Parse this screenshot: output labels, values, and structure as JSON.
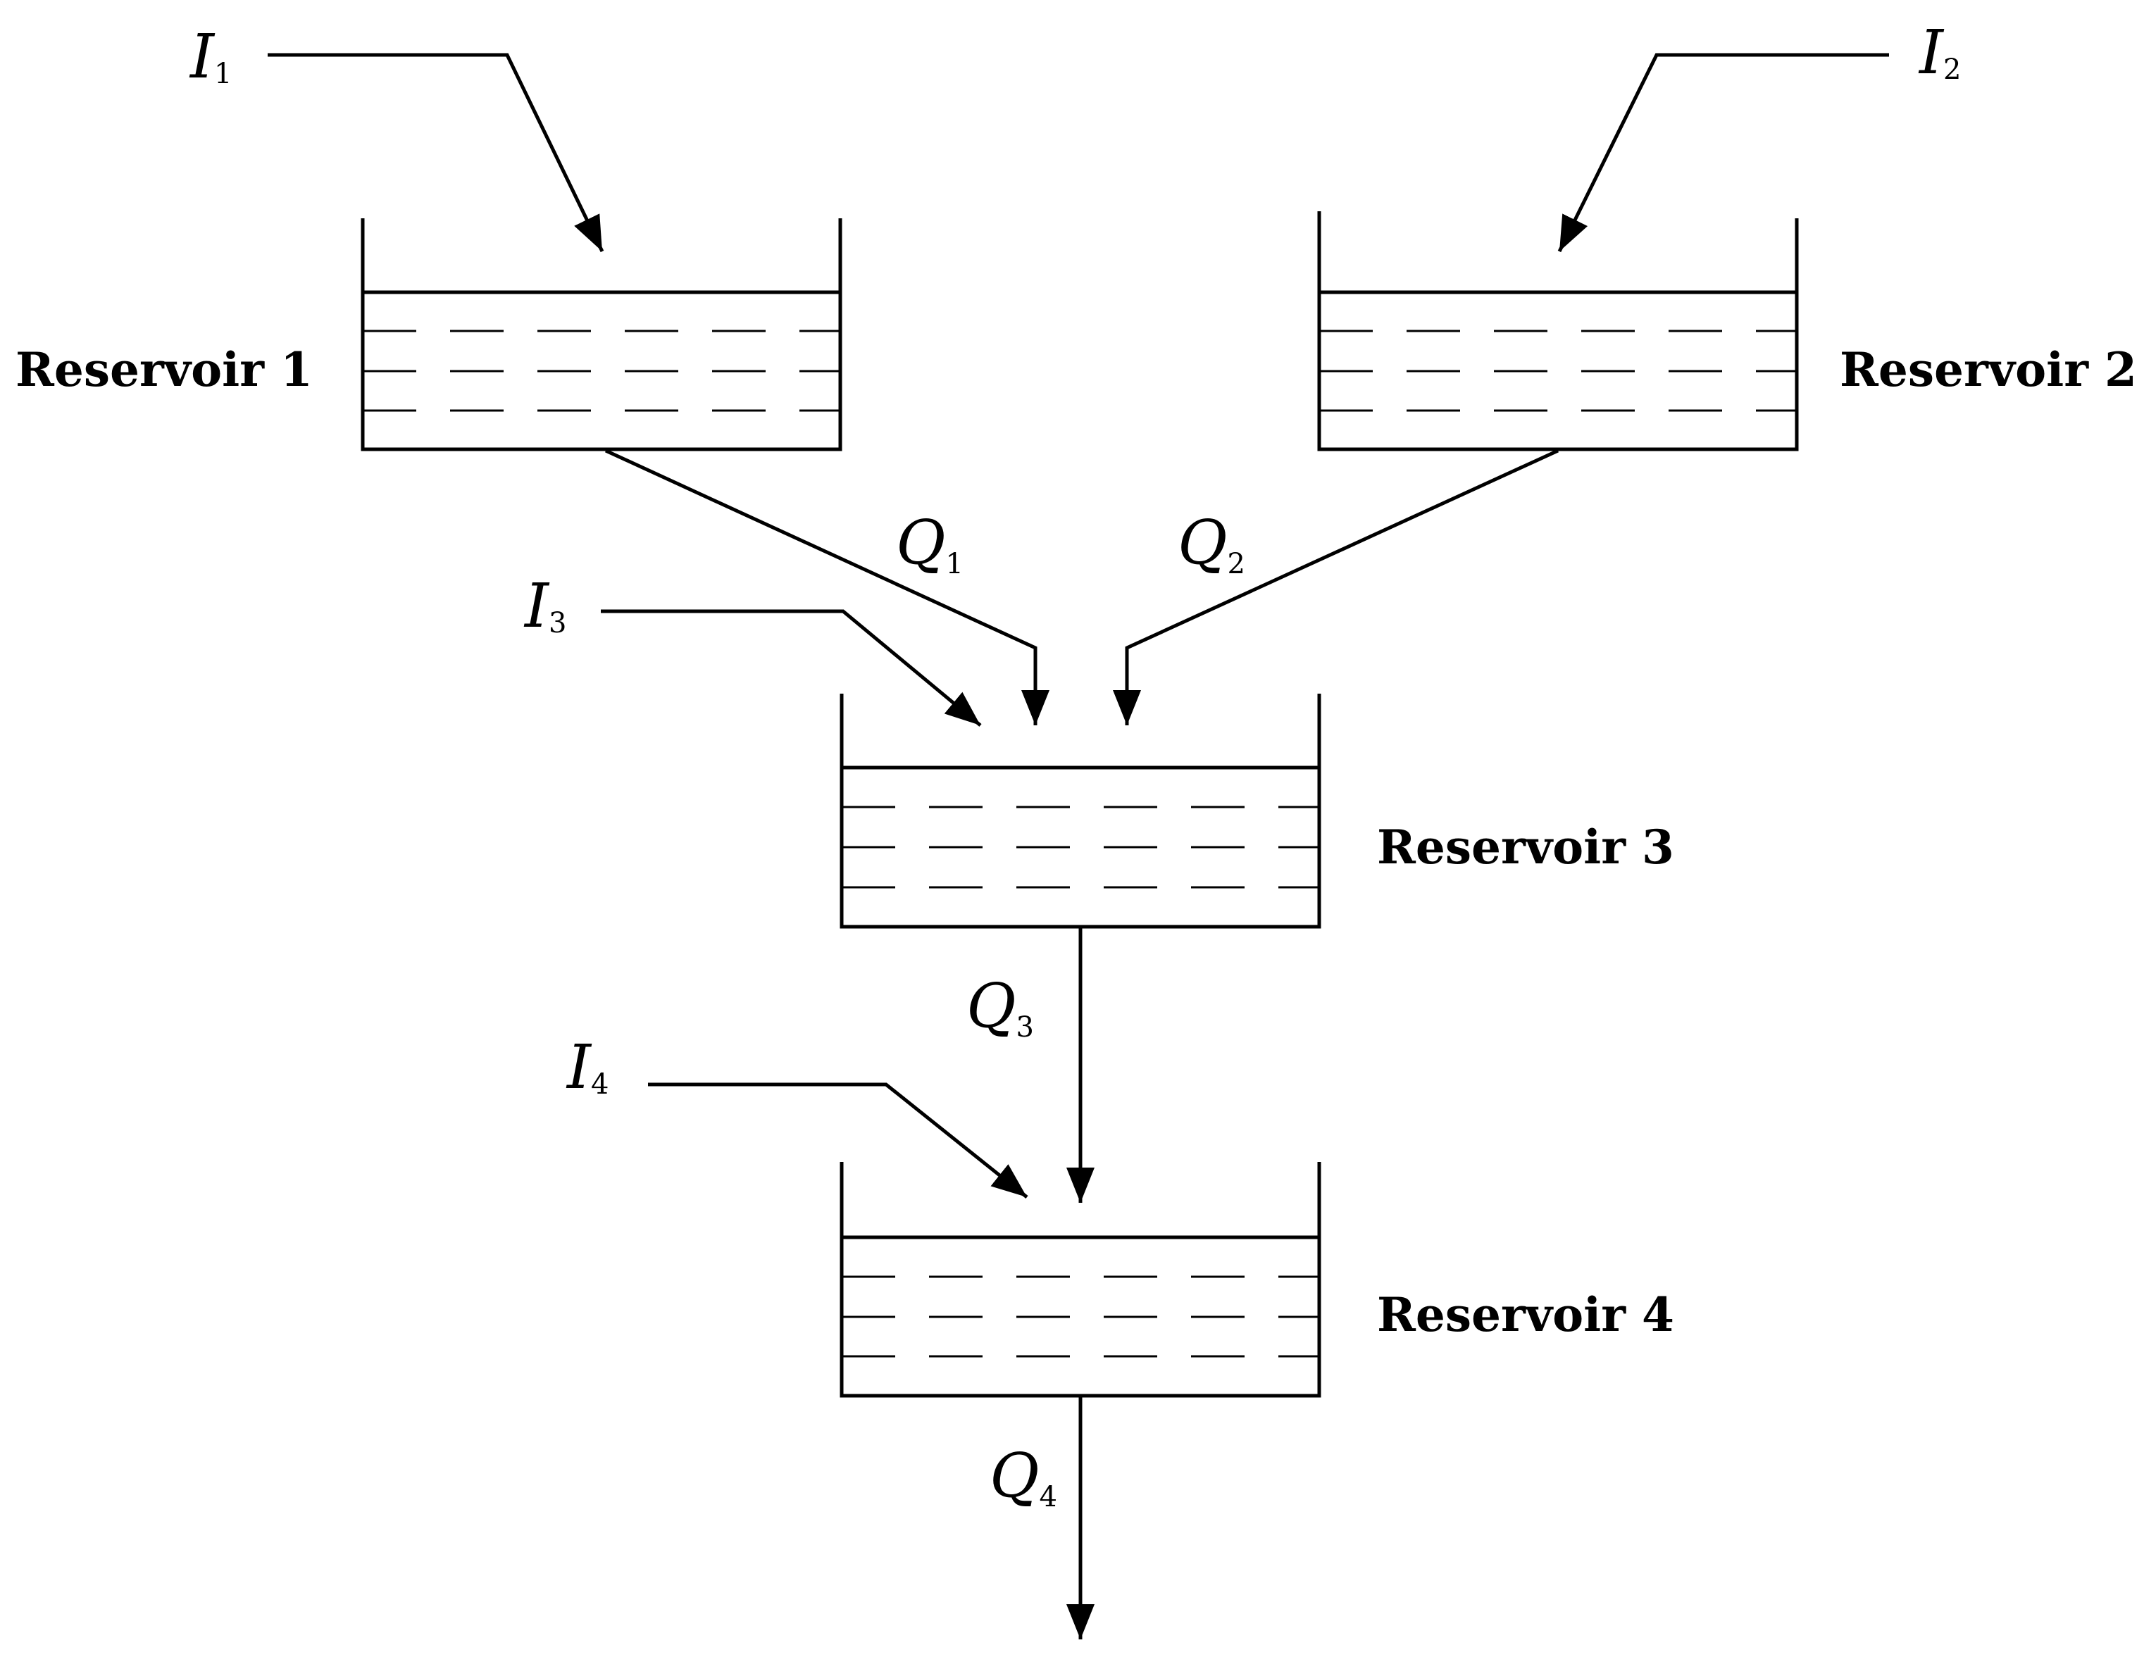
{
  "reservoirs": {
    "r1": "Reservoir 1",
    "r2": "Reservoir 2",
    "r3": "Reservoir 3",
    "r4": "Reservoir 4"
  },
  "inflows": {
    "i1": {
      "letter": "I",
      "sub": "1"
    },
    "i2": {
      "letter": "I",
      "sub": "2"
    },
    "i3": {
      "letter": "I",
      "sub": "3"
    },
    "i4": {
      "letter": "I",
      "sub": "4"
    }
  },
  "outflows": {
    "q1": {
      "letter": "Q",
      "sub": "1"
    },
    "q2": {
      "letter": "Q",
      "sub": "2"
    },
    "q3": {
      "letter": "Q",
      "sub": "3"
    },
    "q4": {
      "letter": "Q",
      "sub": "4"
    }
  }
}
